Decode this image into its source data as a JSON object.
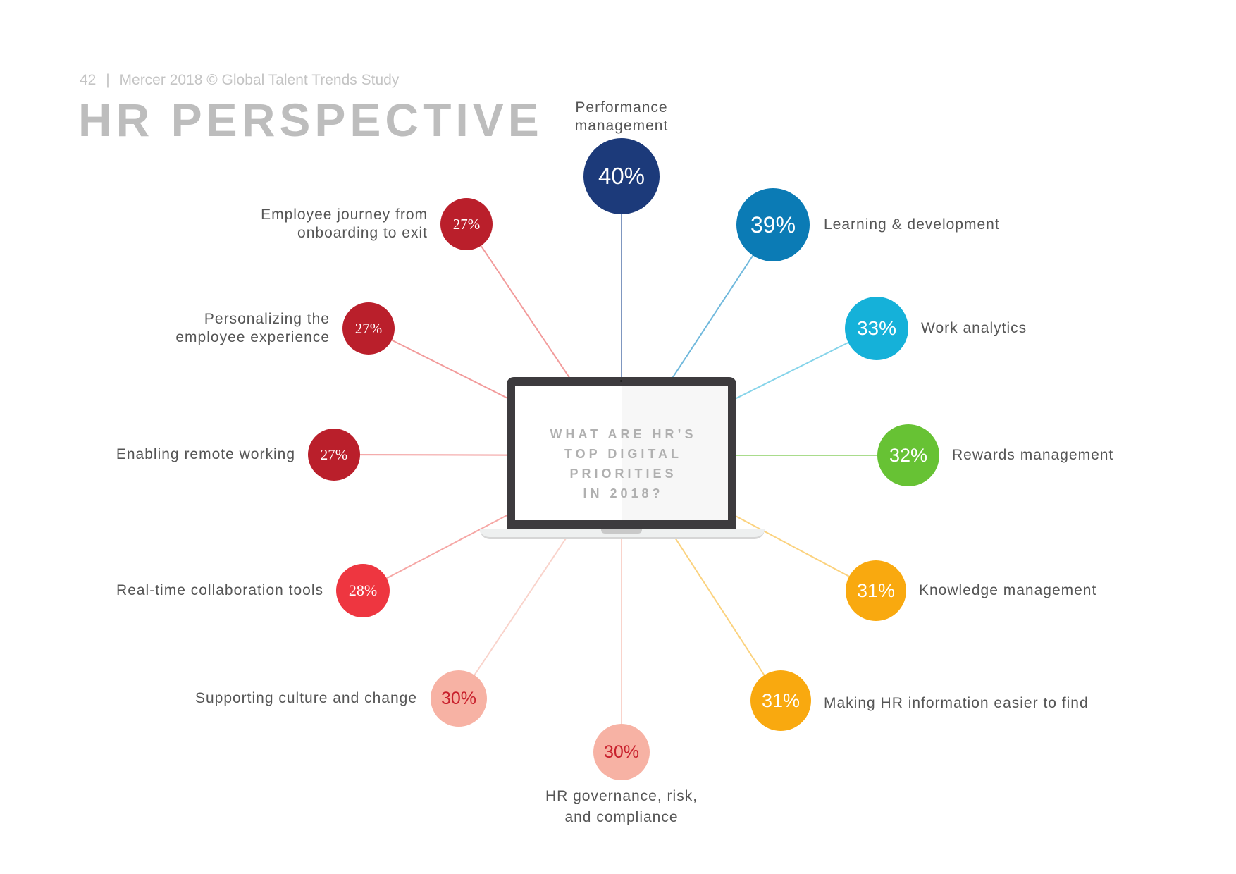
{
  "header": {
    "page_number": "42",
    "separator": "|",
    "source": "Mercer 2018 © Global Talent Trends Study"
  },
  "title": "HR PERSPECTIVE",
  "center_question": [
    "WHAT ARE HR’S",
    "TOP DIGITAL",
    "PRIORITIES",
    "IN 2018?"
  ],
  "chart_data": {
    "type": "radial-bubble",
    "title": "What are HR's top digital priorities in 2018?",
    "unit": "%",
    "items": [
      {
        "label": [
          "Performance",
          "management"
        ],
        "value": 40,
        "display": "40%",
        "color": "#1c3a7a",
        "line": "#7f97c0",
        "text": "#ffffff"
      },
      {
        "label": [
          "Learning & development"
        ],
        "value": 39,
        "display": "39%",
        "color": "#0b7bb5",
        "line": "#6fb8dc",
        "text": "#ffffff"
      },
      {
        "label": [
          "Work analytics"
        ],
        "value": 33,
        "display": "33%",
        "color": "#15b1d9",
        "line": "#86d4ea",
        "text": "#ffffff"
      },
      {
        "label": [
          "Rewards management"
        ],
        "value": 32,
        "display": "32%",
        "color": "#67c234",
        "line": "#a9dc8c",
        "text": "#ffffff"
      },
      {
        "label": [
          "Knowledge management"
        ],
        "value": 31,
        "display": "31%",
        "color": "#f9a90f",
        "line": "#fbd27e",
        "text": "#ffffff"
      },
      {
        "label": [
          "Making HR information easier to find"
        ],
        "value": 31,
        "display": "31%",
        "color": "#f9a90f",
        "line": "#fbd27e",
        "text": "#ffffff"
      },
      {
        "label": [
          "HR governance, risk,",
          "and compliance"
        ],
        "value": 30,
        "display": "30%",
        "color": "#f7b2a4",
        "line": "#f9d3cb",
        "text": "#c8202c"
      },
      {
        "label": [
          "Supporting culture and change"
        ],
        "value": 30,
        "display": "30%",
        "color": "#f7b2a4",
        "line": "#f9d3cb",
        "text": "#c8202c"
      },
      {
        "label": [
          "Real-time collaboration tools"
        ],
        "value": 28,
        "display": "28%",
        "color": "#ee3640",
        "line": "#f6a7a5",
        "text": "#ffffff"
      },
      {
        "label": [
          "Enabling remote working"
        ],
        "value": 27,
        "display": "27%",
        "color": "#ba1f2b",
        "line": "#f29b9b",
        "text": "#ffffff"
      },
      {
        "label": [
          "Personalizing the",
          "employee experience"
        ],
        "value": 27,
        "display": "27%",
        "color": "#ba1f2b",
        "line": "#f29b9b",
        "text": "#ffffff"
      },
      {
        "label": [
          "Employee journey from",
          "onboarding to exit"
        ],
        "value": 27,
        "display": "27%",
        "color": "#ba1f2b",
        "line": "#f29b9b",
        "text": "#ffffff"
      }
    ]
  }
}
